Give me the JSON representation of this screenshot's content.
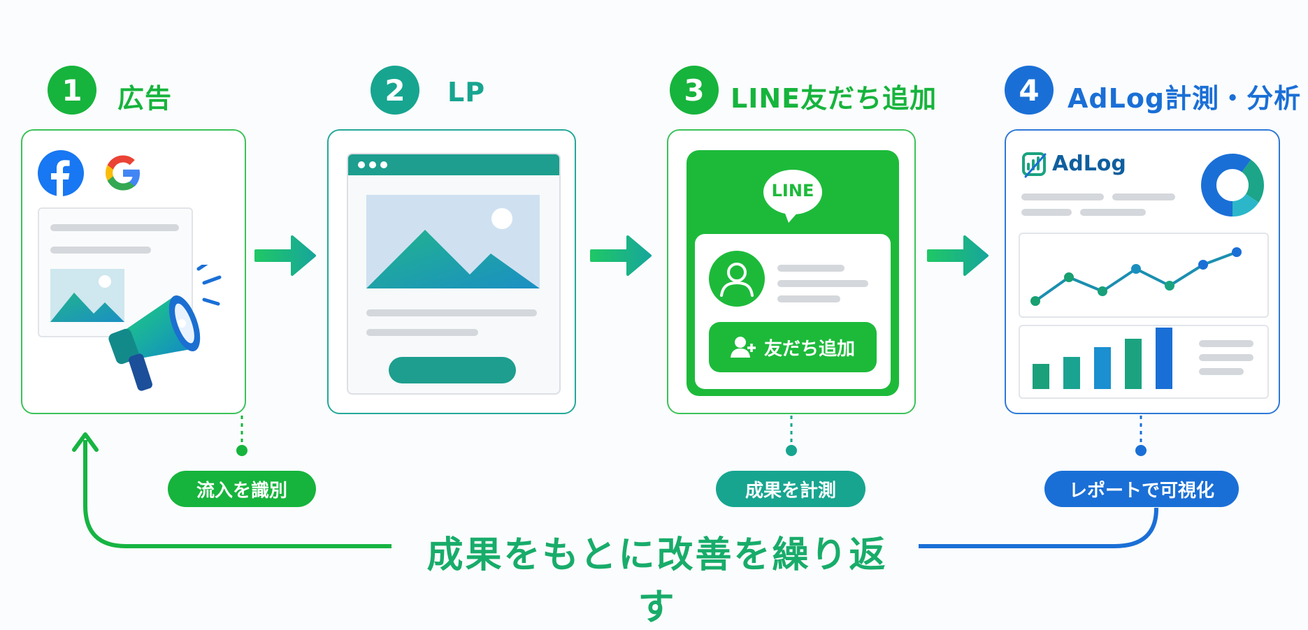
{
  "steps": [
    {
      "num": "1",
      "title": "広告"
    },
    {
      "num": "2",
      "title": "LP"
    },
    {
      "num": "3",
      "title": "LINE友だち追加"
    },
    {
      "num": "4",
      "title": "AdLog計測・分析"
    }
  ],
  "line_card": {
    "logo_text": "LINE",
    "add_friend_label": "友だち追加"
  },
  "adlog": {
    "brand": "AdLog"
  },
  "tags": {
    "inflow": "流入を識別",
    "measure": "成果を計測",
    "report": "レポートで可視化"
  },
  "loop_label": "成果をもとに改善を繰り返す",
  "colors": {
    "green": "#18b43c",
    "teal": "#1a9e8c",
    "blue": "#1a6fd6",
    "line_green": "#1dba3a"
  },
  "icons": [
    "facebook-icon",
    "google-icon",
    "megaphone-icon",
    "user-icon",
    "add-user-icon",
    "adlog-logo-icon",
    "donut-chart-icon",
    "line-chart-icon",
    "bar-chart-icon"
  ]
}
